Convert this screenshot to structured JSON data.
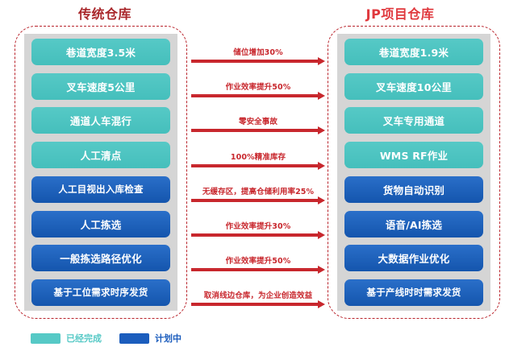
{
  "columns": {
    "left": {
      "title": "传统仓库",
      "title_color": "#a9272b",
      "items": [
        {
          "label": "巷道宽度3.5米",
          "status": "done"
        },
        {
          "label": "叉车速度5公里",
          "status": "done"
        },
        {
          "label": "通道人车混行",
          "status": "done"
        },
        {
          "label": "人工清点",
          "status": "done"
        },
        {
          "label": "人工目视出入库检查",
          "status": "planned"
        },
        {
          "label": "人工拣选",
          "status": "planned"
        },
        {
          "label": "一般拣选路径优化",
          "status": "planned"
        },
        {
          "label": "基于工位需求时序发货",
          "status": "planned"
        }
      ]
    },
    "right": {
      "title": "JP项目仓库",
      "title_color": "#e0393e",
      "items": [
        {
          "label": "巷道宽度1.9米",
          "status": "done"
        },
        {
          "label": "叉车速度10公里",
          "status": "done"
        },
        {
          "label": "叉车专用通道",
          "status": "done"
        },
        {
          "label": "WMS RF作业",
          "status": "done"
        },
        {
          "label": "货物自动识别",
          "status": "planned"
        },
        {
          "label": "语音/AI拣选",
          "status": "planned"
        },
        {
          "label": "大数据作业优化",
          "status": "planned"
        },
        {
          "label": "基于产线时时需求发货",
          "status": "planned"
        }
      ]
    }
  },
  "arrows": [
    {
      "label": "储位增加30%"
    },
    {
      "label": "作业效率提升50%"
    },
    {
      "label": "零安全事故"
    },
    {
      "label": "100%精准库存"
    },
    {
      "label": "无缓存区，提高仓储利用率25%"
    },
    {
      "label": "作业效率提升30%"
    },
    {
      "label": "作业效率提升50%"
    },
    {
      "label": "取消线边仓库，为企业创造效益"
    }
  ],
  "legend": [
    {
      "label": "已经完成",
      "color": "#56c9c6",
      "key": "done"
    },
    {
      "label": "计划中",
      "color": "#1c5dbd",
      "key": "planned"
    }
  ],
  "colors": {
    "accent_red": "#c8272d",
    "teal": "#56c9c6",
    "blue": "#1c5dbd",
    "panel_grey": "#d5d5d5"
  }
}
